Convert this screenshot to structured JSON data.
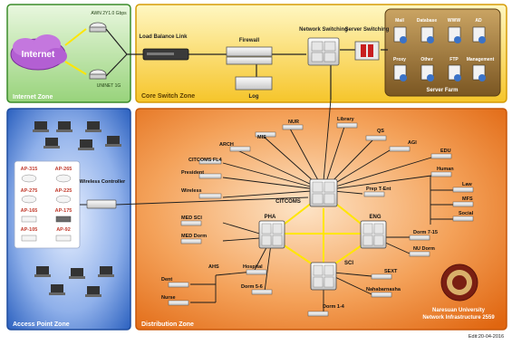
{
  "zones": {
    "internet": "Internet Zone",
    "core": "Core Switch Zone",
    "access": "Access Point Zone",
    "distribution": "Distribution Zone"
  },
  "internet": {
    "cloud_label": "Internet",
    "isp1": "AWN 2Y1.0 Gbps",
    "isp2": "UNINET 1G"
  },
  "core": {
    "load_balance": "Load Balance Link",
    "firewall": "Firewall",
    "log": "Log",
    "network_switching": "Network Switching",
    "server_switching": "Server Switching"
  },
  "server_farm": {
    "title": "Server Farm",
    "servers": [
      "Mail",
      "Database",
      "WWW",
      "AD",
      "Proxy",
      "Other",
      "FTP",
      "Management"
    ]
  },
  "access_points": {
    "models": [
      "AP-315",
      "AP-265",
      "AP-275",
      "AP-225",
      "AP-165",
      "AP-175",
      "AP-105",
      "AP-92"
    ],
    "controller": "Wireless Controller"
  },
  "distribution": {
    "core_switch": "CITCOMS",
    "hubs": [
      "PHA",
      "ENG",
      "SCI"
    ],
    "labels": {
      "mis": "MIS",
      "nursing": "NUR",
      "arch": "ARCH",
      "citcoms_fl4": "CITCOMS FL4",
      "president": "President",
      "wireless": "Wireless",
      "library": "Library",
      "qs": "QS",
      "agi": "AGI",
      "edu": "EDU",
      "human": "Human",
      "law": "Law",
      "mfs": "MFS",
      "social": "Social",
      "prep": "Prep T-Ent",
      "med_sci": "MED SCI",
      "med_dorm": "MED Dorm",
      "dorm_715": "Dorm 7-15",
      "nu_dorm": "NU Dorm",
      "ahs": "AHS",
      "hospital": "Hospital",
      "dent": "Dent",
      "nurse": "Nurse",
      "dorm_56": "Dorm 5-6",
      "sext": "SEXT",
      "nahabarnasha": "Nahabarnasha",
      "dorm_14": "Dorm 1-4"
    }
  },
  "footer": {
    "org": "Naresuan University",
    "title": "Network Infrastructure 2559",
    "edit": "Edit:20-04-2016"
  },
  "colors": {
    "internet_zone": "#3f9a2c",
    "core_zone": "#f4c21a",
    "server_farm": "#8c6a2c",
    "access_zone": "#2a5fb8",
    "distribution_zone": "#e8761a",
    "cloud": "#b35fd3",
    "yellow_link": "#ffe600"
  }
}
